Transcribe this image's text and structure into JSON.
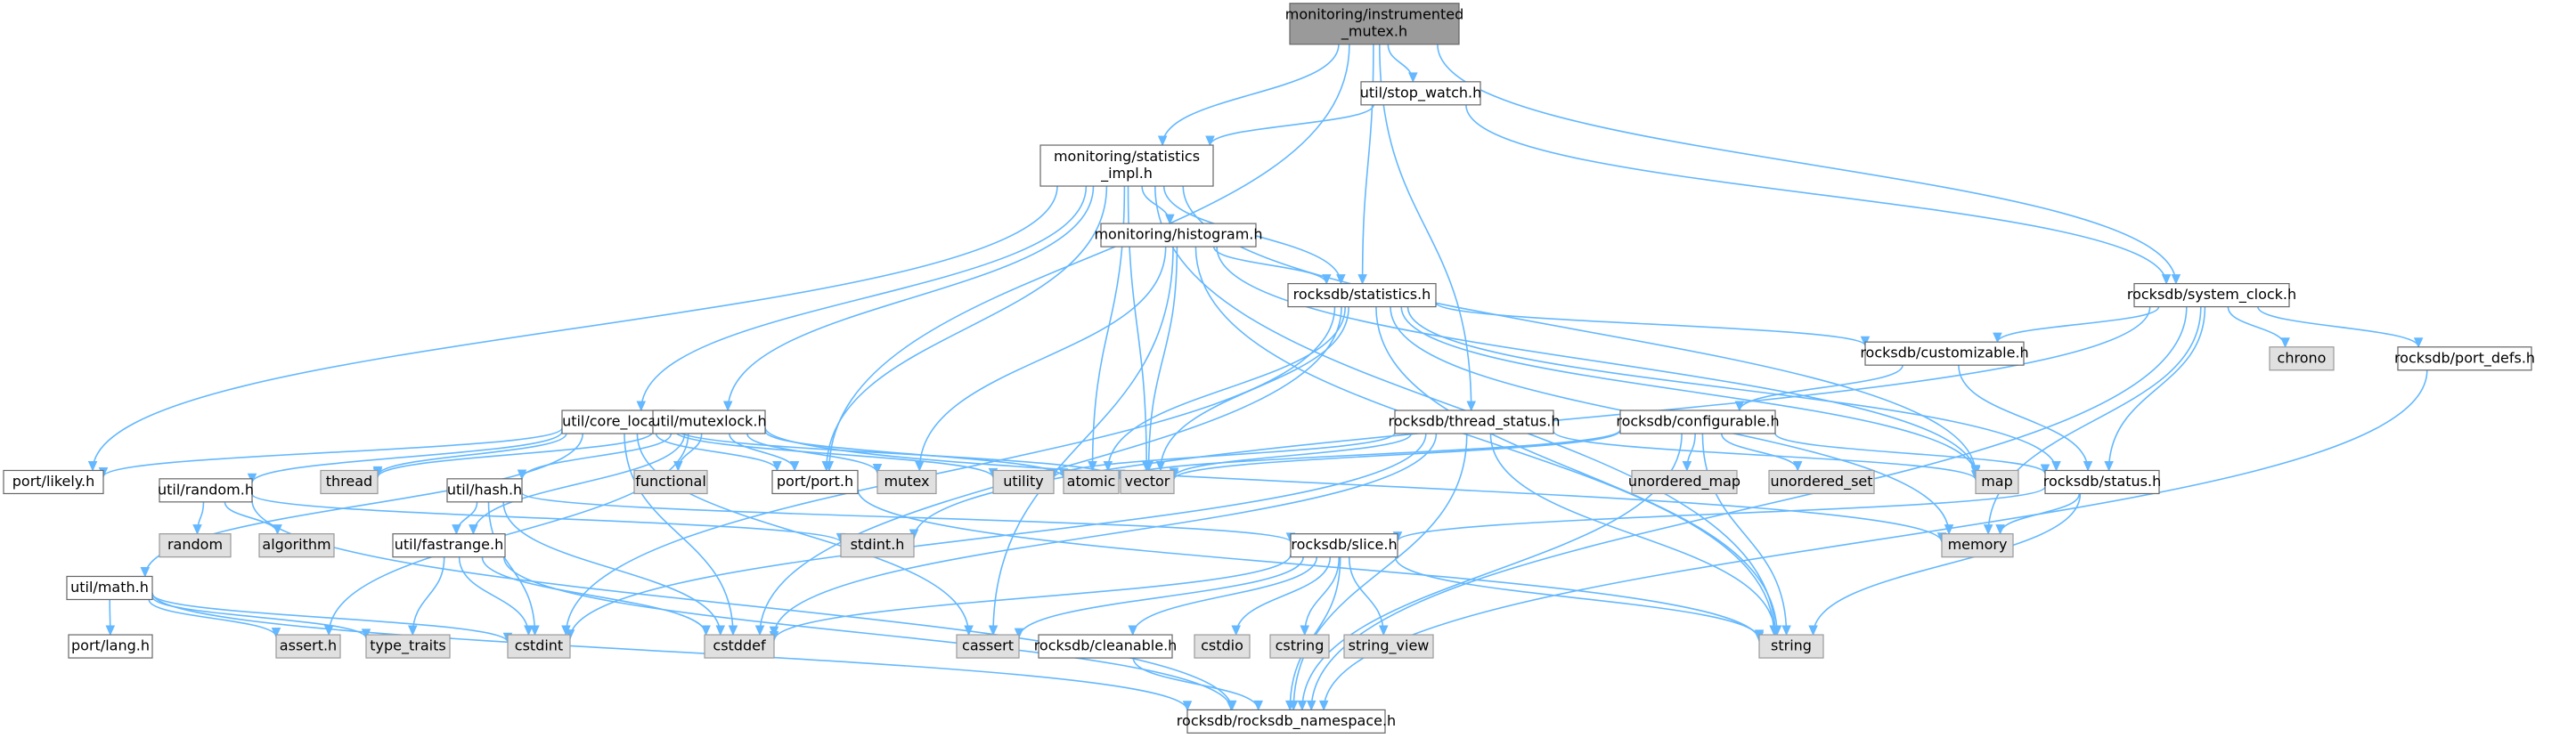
{
  "diagram": {
    "nodes": [
      {
        "id": "root",
        "lines": [
          "monitoring/instrumented",
          "_mutex.h"
        ],
        "kind": "root"
      },
      {
        "id": "stopwatch",
        "lines": [
          "util/stop_watch.h"
        ],
        "kind": "int"
      },
      {
        "id": "statimpl",
        "lines": [
          "monitoring/statistics",
          "_impl.h"
        ],
        "kind": "int"
      },
      {
        "id": "histogram",
        "lines": [
          "monitoring/histogram.h"
        ],
        "kind": "int"
      },
      {
        "id": "statistics",
        "lines": [
          "rocksdb/statistics.h"
        ],
        "kind": "int"
      },
      {
        "id": "sysclock",
        "lines": [
          "rocksdb/system_clock.h"
        ],
        "kind": "int"
      },
      {
        "id": "chrono",
        "lines": [
          "chrono"
        ],
        "kind": "ext"
      },
      {
        "id": "portdefs",
        "lines": [
          "rocksdb/port_defs.h"
        ],
        "kind": "int"
      },
      {
        "id": "customizable",
        "lines": [
          "rocksdb/customizable.h"
        ],
        "kind": "int"
      },
      {
        "id": "configurable",
        "lines": [
          "rocksdb/configurable.h"
        ],
        "kind": "int"
      },
      {
        "id": "threadstatus",
        "lines": [
          "rocksdb/thread_status.h"
        ],
        "kind": "int"
      },
      {
        "id": "corelocal",
        "lines": [
          "util/core_local.h"
        ],
        "kind": "int"
      },
      {
        "id": "mutexlock",
        "lines": [
          "util/mutexlock.h"
        ],
        "kind": "int"
      },
      {
        "id": "portlikely",
        "lines": [
          "port/likely.h"
        ],
        "kind": "int"
      },
      {
        "id": "thread",
        "lines": [
          "thread"
        ],
        "kind": "ext"
      },
      {
        "id": "functional",
        "lines": [
          "functional"
        ],
        "kind": "ext"
      },
      {
        "id": "portport",
        "lines": [
          "port/port.h"
        ],
        "kind": "int"
      },
      {
        "id": "mutex",
        "lines": [
          "mutex"
        ],
        "kind": "ext"
      },
      {
        "id": "utility",
        "lines": [
          "utility"
        ],
        "kind": "ext"
      },
      {
        "id": "atomic",
        "lines": [
          "atomic"
        ],
        "kind": "ext"
      },
      {
        "id": "vector",
        "lines": [
          "vector"
        ],
        "kind": "ext"
      },
      {
        "id": "unorderedmap",
        "lines": [
          "unordered_map"
        ],
        "kind": "ext"
      },
      {
        "id": "unorderedset",
        "lines": [
          "unordered_set"
        ],
        "kind": "ext"
      },
      {
        "id": "map",
        "lines": [
          "map"
        ],
        "kind": "ext"
      },
      {
        "id": "status",
        "lines": [
          "rocksdb/status.h"
        ],
        "kind": "int"
      },
      {
        "id": "random",
        "lines": [
          "util/random.h"
        ],
        "kind": "int"
      },
      {
        "id": "randomstd",
        "lines": [
          "random"
        ],
        "kind": "ext"
      },
      {
        "id": "algorithm",
        "lines": [
          "algorithm"
        ],
        "kind": "ext"
      },
      {
        "id": "hash",
        "lines": [
          "util/hash.h"
        ],
        "kind": "int"
      },
      {
        "id": "fastrange",
        "lines": [
          "util/fastrange.h"
        ],
        "kind": "int"
      },
      {
        "id": "stdinth",
        "lines": [
          "stdint.h"
        ],
        "kind": "ext"
      },
      {
        "id": "memory",
        "lines": [
          "memory"
        ],
        "kind": "ext"
      },
      {
        "id": "slice",
        "lines": [
          "rocksdb/slice.h"
        ],
        "kind": "int"
      },
      {
        "id": "mathh",
        "lines": [
          "util/math.h"
        ],
        "kind": "int"
      },
      {
        "id": "portlang",
        "lines": [
          "port/lang.h"
        ],
        "kind": "int"
      },
      {
        "id": "asserth",
        "lines": [
          "assert.h"
        ],
        "kind": "ext"
      },
      {
        "id": "typetraits",
        "lines": [
          "type_traits"
        ],
        "kind": "ext"
      },
      {
        "id": "cstdint",
        "lines": [
          "cstdint"
        ],
        "kind": "ext"
      },
      {
        "id": "cstddef",
        "lines": [
          "cstddef"
        ],
        "kind": "ext"
      },
      {
        "id": "cassert",
        "lines": [
          "cassert"
        ],
        "kind": "ext"
      },
      {
        "id": "cleanable",
        "lines": [
          "rocksdb/cleanable.h"
        ],
        "kind": "int"
      },
      {
        "id": "cstdio",
        "lines": [
          "cstdio"
        ],
        "kind": "ext"
      },
      {
        "id": "cstring",
        "lines": [
          "cstring"
        ],
        "kind": "ext"
      },
      {
        "id": "stringview",
        "lines": [
          "string_view"
        ],
        "kind": "ext"
      },
      {
        "id": "string",
        "lines": [
          "string"
        ],
        "kind": "ext"
      },
      {
        "id": "namespace",
        "lines": [
          "rocksdb/rocksdb_namespace.h"
        ],
        "kind": "int"
      }
    ],
    "edges": [
      [
        "root",
        "stopwatch"
      ],
      [
        "root",
        "statimpl"
      ],
      [
        "root",
        "statistics"
      ],
      [
        "root",
        "sysclock"
      ],
      [
        "root",
        "threadstatus"
      ],
      [
        "root",
        "portport"
      ],
      [
        "stopwatch",
        "statimpl"
      ],
      [
        "stopwatch",
        "sysclock"
      ],
      [
        "statimpl",
        "histogram"
      ],
      [
        "statimpl",
        "statistics"
      ],
      [
        "statimpl",
        "corelocal"
      ],
      [
        "statimpl",
        "mutexlock"
      ],
      [
        "statimpl",
        "portlikely"
      ],
      [
        "statimpl",
        "portport"
      ],
      [
        "statimpl",
        "atomic"
      ],
      [
        "statimpl",
        "vector"
      ],
      [
        "statimpl",
        "map"
      ],
      [
        "statimpl",
        "string"
      ],
      [
        "histogram",
        "statistics"
      ],
      [
        "histogram",
        "mutex"
      ],
      [
        "histogram",
        "vector"
      ],
      [
        "histogram",
        "cassert"
      ],
      [
        "histogram",
        "map"
      ],
      [
        "histogram",
        "string"
      ],
      [
        "statistics",
        "customizable"
      ],
      [
        "statistics",
        "status"
      ],
      [
        "statistics",
        "atomic"
      ],
      [
        "statistics",
        "vector"
      ],
      [
        "statistics",
        "map"
      ],
      [
        "statistics",
        "memory"
      ],
      [
        "statistics",
        "string"
      ],
      [
        "statistics",
        "cstddef"
      ],
      [
        "statistics",
        "cstdint"
      ],
      [
        "sysclock",
        "chrono"
      ],
      [
        "sysclock",
        "portdefs"
      ],
      [
        "sysclock",
        "customizable"
      ],
      [
        "sysclock",
        "status"
      ],
      [
        "sysclock",
        "memory"
      ],
      [
        "sysclock",
        "stdinth"
      ],
      [
        "sysclock",
        "namespace"
      ],
      [
        "portdefs",
        "namespace"
      ],
      [
        "customizable",
        "configurable"
      ],
      [
        "customizable",
        "status"
      ],
      [
        "configurable",
        "unorderedmap"
      ],
      [
        "configurable",
        "unorderedset"
      ],
      [
        "configurable",
        "atomic"
      ],
      [
        "configurable",
        "vector"
      ],
      [
        "configurable",
        "string"
      ],
      [
        "configurable",
        "namespace"
      ],
      [
        "configurable",
        "status"
      ],
      [
        "threadstatus",
        "utility"
      ],
      [
        "threadstatus",
        "map"
      ],
      [
        "threadstatus",
        "vector"
      ],
      [
        "threadstatus",
        "string"
      ],
      [
        "threadstatus",
        "cstddef"
      ],
      [
        "threadstatus",
        "cstdint"
      ],
      [
        "threadstatus",
        "namespace"
      ],
      [
        "corelocal",
        "portlikely"
      ],
      [
        "corelocal",
        "thread"
      ],
      [
        "corelocal",
        "portport"
      ],
      [
        "corelocal",
        "random"
      ],
      [
        "corelocal",
        "mathh"
      ],
      [
        "corelocal",
        "utility"
      ],
      [
        "corelocal",
        "vector"
      ],
      [
        "corelocal",
        "cstddef"
      ],
      [
        "corelocal",
        "cassert"
      ],
      [
        "mutexlock",
        "functional"
      ],
      [
        "mutexlock",
        "portport"
      ],
      [
        "mutexlock",
        "mutex"
      ],
      [
        "mutexlock",
        "atomic"
      ],
      [
        "mutexlock",
        "thread"
      ],
      [
        "mutexlock",
        "hash"
      ],
      [
        "mutexlock",
        "fastrange"
      ],
      [
        "mutexlock",
        "asserth"
      ],
      [
        "mutexlock",
        "memory"
      ],
      [
        "random",
        "randomstd"
      ],
      [
        "random",
        "algorithm"
      ],
      [
        "random",
        "stdinth"
      ],
      [
        "random",
        "namespace"
      ],
      [
        "hash",
        "fastrange"
      ],
      [
        "hash",
        "slice"
      ],
      [
        "hash",
        "cstddef"
      ],
      [
        "hash",
        "cstdint"
      ],
      [
        "fastrange",
        "typetraits"
      ],
      [
        "fastrange",
        "cstdint"
      ],
      [
        "fastrange",
        "cstddef"
      ],
      [
        "fastrange",
        "namespace"
      ],
      [
        "mathh",
        "portlang"
      ],
      [
        "mathh",
        "asserth"
      ],
      [
        "mathh",
        "typetraits"
      ],
      [
        "mathh",
        "cstdint"
      ],
      [
        "mathh",
        "namespace"
      ],
      [
        "status",
        "memory"
      ],
      [
        "status",
        "string"
      ],
      [
        "status",
        "slice"
      ],
      [
        "portport",
        "string"
      ],
      [
        "slice",
        "cassert"
      ],
      [
        "slice",
        "cstdio"
      ],
      [
        "slice",
        "cstring"
      ],
      [
        "slice",
        "stringview"
      ],
      [
        "slice",
        "string"
      ],
      [
        "slice",
        "cleanable"
      ],
      [
        "slice",
        "cstddef"
      ],
      [
        "slice",
        "namespace"
      ],
      [
        "cleanable",
        "namespace"
      ]
    ]
  }
}
